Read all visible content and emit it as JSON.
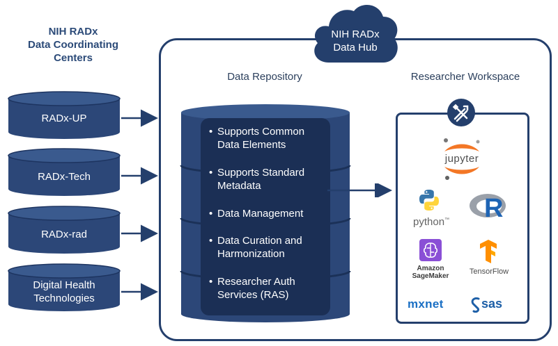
{
  "left_title": {
    "line1": "NIH RADx",
    "line2": "Data Coordinating",
    "line3": "Centers"
  },
  "centers": [
    {
      "line1": "RADx-UP",
      "line2": ""
    },
    {
      "line1": "RADx-Tech",
      "line2": ""
    },
    {
      "line1": "RADx-rad",
      "line2": ""
    },
    {
      "line1": "Digital Health",
      "line2": "Technologies"
    }
  ],
  "hub": {
    "line1": "NIH RADx",
    "line2": "Data Hub"
  },
  "repository": {
    "title": "Data Repository",
    "items": [
      {
        "line1": "Supports Common",
        "line2": "Data Elements"
      },
      {
        "line1": "Supports Standard",
        "line2": "Metadata"
      },
      {
        "line1": "Data Management",
        "line2": ""
      },
      {
        "line1": "Data Curation and",
        "line2": "Harmonization"
      },
      {
        "line1": "Researcher Auth",
        "line2": "Services (RAS)"
      }
    ]
  },
  "workspace": {
    "title": "Researcher Workspace",
    "icon": "tools-icon",
    "tools": {
      "jupyter": "jupyter",
      "python": "python",
      "python_tm": "™",
      "r": "R",
      "sagemaker_line1": "Amazon",
      "sagemaker_line2": "SageMaker",
      "tensorflow": "TensorFlow",
      "mxnet": "mxnet",
      "sas": "sas"
    }
  },
  "colors": {
    "navy": "#243f6c",
    "cylinder": "#2c4778",
    "jupyter_orange": "#f37726",
    "python_blue": "#3776ab",
    "python_yellow": "#ffd43b",
    "r_blue": "#1e64b4",
    "sagemaker_purple": "#8a4fd6",
    "tensorflow_orange": "#ff8f00",
    "mxnet_blue": "#1a6fc4",
    "sas_blue": "#1d5fa7"
  }
}
